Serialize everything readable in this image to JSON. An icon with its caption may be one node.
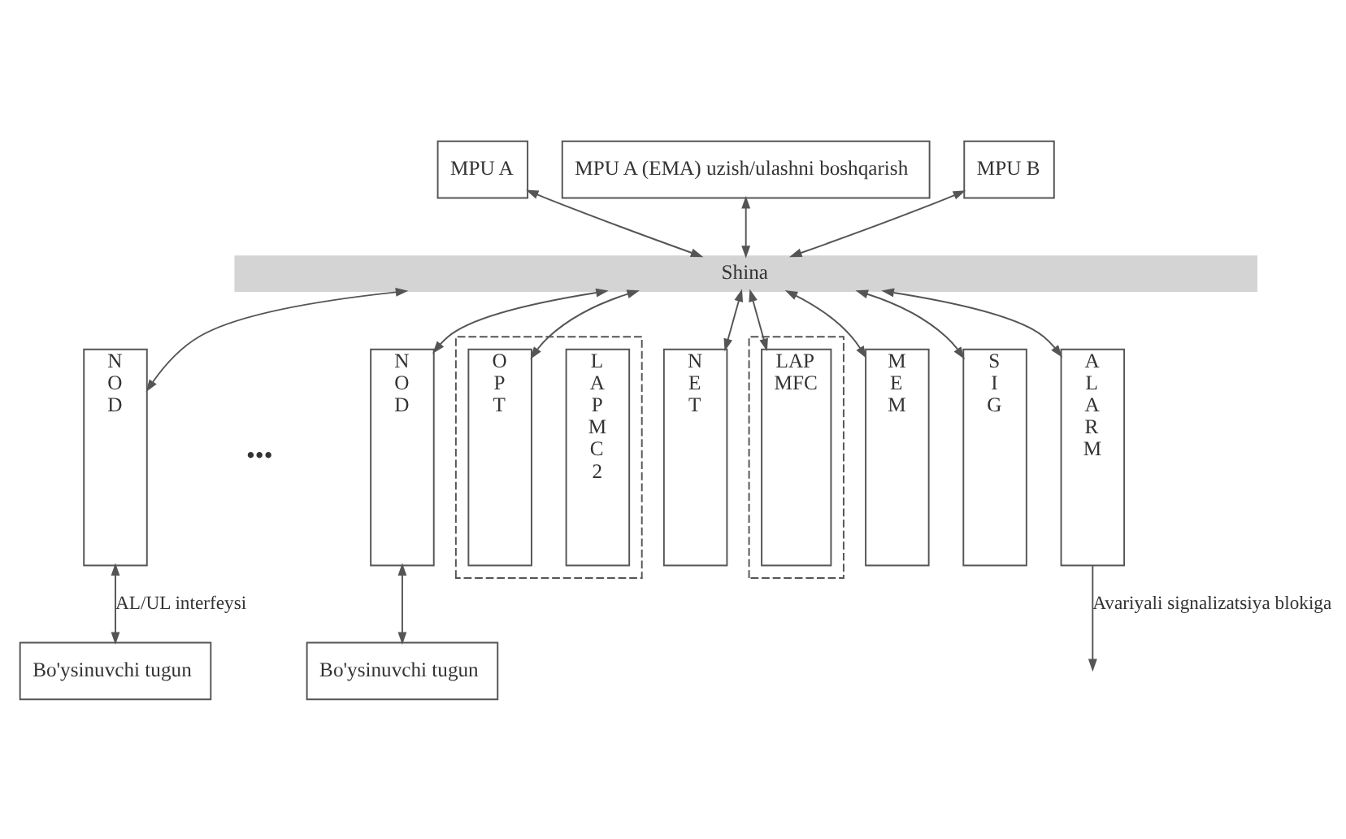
{
  "diagram": {
    "nodes": [
      {
        "text": [
          "MPU A"
        ]
      },
      {
        "text": [
          "MPU A (EMA) uzish/ulashni boshqarish"
        ]
      },
      {
        "text": [
          "MPU B"
        ]
      },
      {
        "text": [
          "Shina"
        ]
      },
      {
        "text": [
          "N O D"
        ]
      },
      {
        "text": [
          "N O D"
        ]
      },
      {
        "text": [],
        "shape": "box"
      },
      {
        "text": [
          "L A P M C 2"
        ],
        "in": 6
      },
      {
        "text": [
          "O P T"
        ],
        "in": 6
      },
      {
        "text": [
          "N E T"
        ]
      },
      {
        "text": [],
        "shape": "box"
      },
      {
        "text": [
          "LAP MFC"
        ],
        "in": 10
      },
      {
        "text": [
          "M E M"
        ]
      },
      {
        "text": [
          "S I G"
        ]
      },
      {
        "text": [
          "A L A R M"
        ]
      },
      {
        "text": [
          "Bo'ysinuvchi tugun"
        ]
      },
      {
        "text": [
          "Bo'ysinuvchi tugun"
        ]
      }
    ],
    "edges": [
      {
        "from": 0,
        "to": 3,
        "arrow": "both"
      },
      {
        "from": 1,
        "to": 3,
        "arrow": "both"
      },
      {
        "from": 2,
        "to": 3,
        "arrow": "both"
      },
      {
        "from": 3,
        "to": 4,
        "arrow": "both"
      },
      {
        "from": 3,
        "to": 5,
        "arrow": "both"
      },
      {
        "from": 3,
        "to": 8,
        "arrow": "both"
      },
      {
        "from": 3,
        "to": 9,
        "arrow": "both"
      },
      {
        "from": 3,
        "to": 11,
        "arrow": "both"
      },
      {
        "from": 3,
        "to": 12,
        "arrow": "both"
      },
      {
        "from": 3,
        "to": 13,
        "arrow": "both"
      },
      {
        "from": 3,
        "to": 14,
        "arrow": "both"
      },
      {
        "from": 4,
        "to": 15,
        "arrow": "both",
        "label": "AL/UL interfeysi"
      },
      {
        "from": 5,
        "to": 16,
        "arrow": "both"
      },
      {
        "from": 14,
        "to": null,
        "arrow": "to",
        "label": "Avariyali signalizatsiya blokiga"
      }
    ],
    "labels": [
      "•••"
    ]
  }
}
